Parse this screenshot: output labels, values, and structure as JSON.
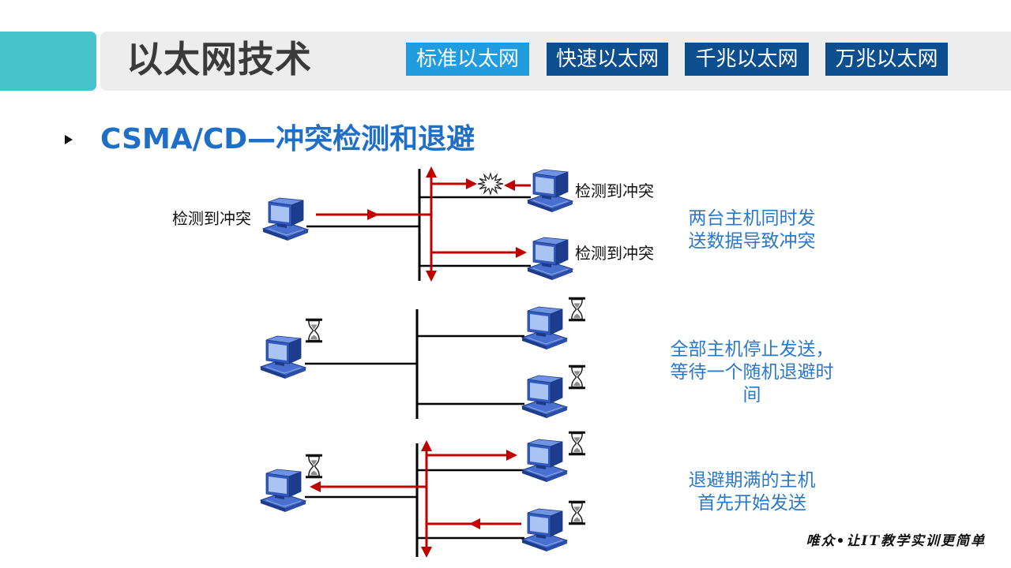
{
  "header": {
    "title": "以太网技术",
    "tabs": [
      {
        "label": "标准以太网",
        "active": true
      },
      {
        "label": "快速以太网",
        "active": false
      },
      {
        "label": "千兆以太网",
        "active": false
      },
      {
        "label": "万兆以太网",
        "active": false
      }
    ]
  },
  "section": {
    "heading": "CSMA/CD—冲突检测和退避"
  },
  "diagram": {
    "stage1": {
      "host_labels": [
        "检测到冲突",
        "检测到冲突",
        "检测到冲突"
      ],
      "caption": [
        "两台主机同时发",
        "送数据导致冲突"
      ]
    },
    "stage2": {
      "caption": [
        "全部主机停止发送，",
        "等待一个随机退避时",
        "间"
      ]
    },
    "stage3": {
      "caption": [
        "退避期满的主机",
        "首先开始发送"
      ]
    }
  },
  "footer": {
    "slogan": "唯众•让IT教学实训更简单"
  },
  "icons": {
    "host": "workstation-icon",
    "waiting": "hourglass-icon",
    "collision": "collision-icon",
    "bullet": "bullet-icon"
  },
  "colors": {
    "header_accent": "#47c3cb",
    "header_bar": "#ededed",
    "tab_active": "#219ddf",
    "tab": "#0d4e8e",
    "heading": "#1f6fc6",
    "caption": "#2b78c8",
    "signal_arrow": "#c00000"
  }
}
